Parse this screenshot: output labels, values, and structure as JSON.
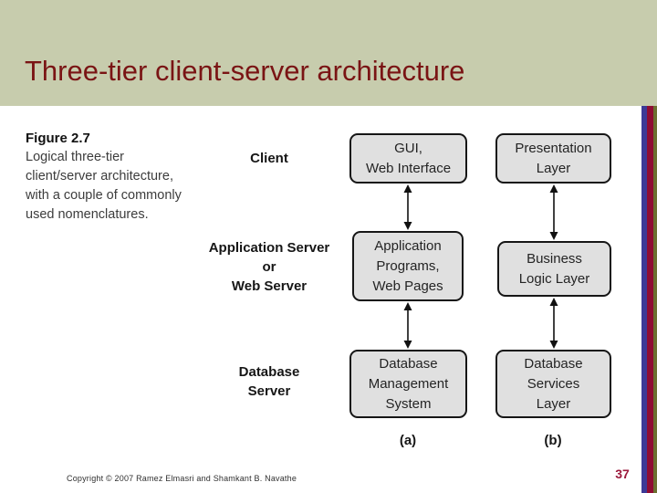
{
  "slide": {
    "title": "Three-tier client-server architecture",
    "footer": {
      "copyright": "Copyright © 2007 Ramez Elmasri and Shamkant B. Navathe",
      "page_number": "37"
    }
  },
  "figure": {
    "caption_title": "Figure 2.7",
    "caption_lines": [
      "Logical three-tier",
      "client/server architecture,",
      "with a couple of commonly",
      "used nomenclatures."
    ]
  },
  "diagram": {
    "tier_labels": {
      "client": {
        "lines": [
          "Client"
        ]
      },
      "app_server": {
        "lines": [
          "Application Server",
          "or",
          "Web Server"
        ]
      },
      "db_server": {
        "lines": [
          "Database",
          "Server"
        ]
      }
    },
    "column_a": {
      "footnote": "(a)",
      "boxes": [
        {
          "lines": [
            "GUI,",
            "Web Interface"
          ]
        },
        {
          "lines": [
            "Application",
            "Programs,",
            "Web Pages"
          ]
        },
        {
          "lines": [
            "Database",
            "Management",
            "System"
          ]
        }
      ]
    },
    "column_b": {
      "footnote": "(b)",
      "boxes": [
        {
          "lines": [
            "Presentation",
            "Layer"
          ]
        },
        {
          "lines": [
            "Business",
            "Logic Layer"
          ]
        },
        {
          "lines": [
            "Database",
            "Services",
            "Layer"
          ]
        }
      ]
    }
  },
  "colors": {
    "header_background": "#c7ccad",
    "title_text": "#7a1414",
    "box_fill": "#e0e0e0",
    "box_border": "#161616",
    "stripe_blue": "#3d3a96",
    "stripe_crimson": "#8f0d33",
    "stripe_olive": "#6c7030",
    "page_number_text": "#9c1b3d"
  }
}
